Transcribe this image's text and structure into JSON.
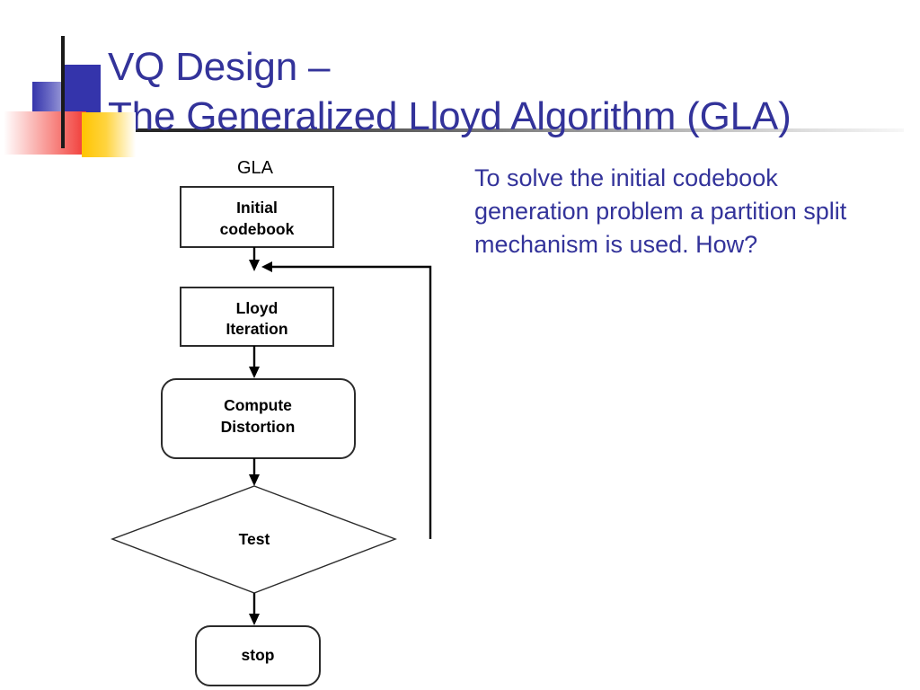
{
  "slide": {
    "title_line1": "VQ Design –",
    "title_line2": "The Generalized Lloyd Algorithm (GLA)",
    "title_color": "#33339a",
    "body_text": "To solve the initial codebook generation problem a partition split mechanism is used. How?",
    "background_color": "#ffffff"
  },
  "decoration": {
    "blue": "#3434ab",
    "red": "#f13a36",
    "yellow": "#ffc400",
    "line": "#1a1a1a"
  },
  "chart_data": {
    "type": "diagram",
    "title": "GLA",
    "nodes": [
      {
        "id": "initial-codebook",
        "label_line1": "Initial",
        "label_line2": "codebook",
        "shape": "rect"
      },
      {
        "id": "lloyd-iteration",
        "label_line1": "Lloyd",
        "label_line2": "Iteration",
        "shape": "rect"
      },
      {
        "id": "compute-distortion",
        "label_line1": "Compute",
        "label_line2": "Distortion",
        "shape": "rounded-rect"
      },
      {
        "id": "test",
        "label_line1": "Test",
        "label_line2": "",
        "shape": "diamond"
      },
      {
        "id": "stop",
        "label_line1": "stop",
        "label_line2": "",
        "shape": "rounded-rect"
      }
    ],
    "edges": [
      {
        "from": "initial-codebook",
        "to": "lloyd-iteration",
        "kind": "arrow-down"
      },
      {
        "from": "lloyd-iteration",
        "to": "compute-distortion",
        "kind": "arrow-down"
      },
      {
        "from": "compute-distortion",
        "to": "test",
        "kind": "arrow-down"
      },
      {
        "from": "test",
        "to": "stop",
        "kind": "arrow-down"
      },
      {
        "from": "test",
        "to": "lloyd-iteration",
        "kind": "feedback-loop-right"
      }
    ],
    "stroke_color": "#000000",
    "fill_color": "#ffffff"
  }
}
